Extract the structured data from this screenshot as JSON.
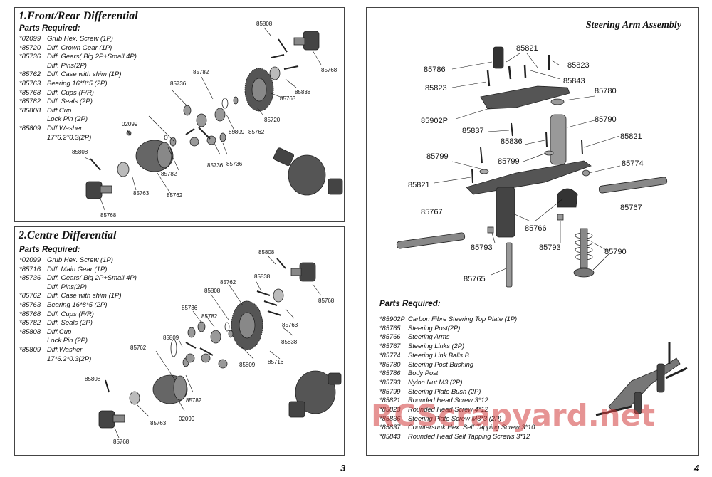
{
  "section1": {
    "title": "1.Front/Rear Differential",
    "parts_heading": "Parts Required:",
    "parts": [
      {
        "code": "*02099",
        "desc": "Grub Hex. Screw  (1P)"
      },
      {
        "code": "*85720",
        "desc": "Diff. Crown  Gear  (1P)"
      },
      {
        "code": "*85736",
        "desc": "Diff. Gears( Big 2P+Small 4P)"
      },
      {
        "code": "",
        "desc": "Diff. Pins(2P)"
      },
      {
        "code": "*85762",
        "desc": "Diff. Case with shim (1P)"
      },
      {
        "code": "*85763",
        "desc": "Bearing 16*8*5  (2P)"
      },
      {
        "code": "*85768",
        "desc": "Diff. Cups (F/R)"
      },
      {
        "code": "*85782",
        "desc": "Diff. Seals (2P)"
      },
      {
        "code": "*85808",
        "desc": "Diff.Cup"
      },
      {
        "code": "",
        "desc": "Lock Pin (2P)"
      },
      {
        "code": "*85809",
        "desc": "Diff.Washer"
      },
      {
        "code": "",
        "desc": "17*6.2*0.3(2P)"
      }
    ],
    "callouts": [
      "85808",
      "85768",
      "85782",
      "85838",
      "85763",
      "85736",
      "85809",
      "85762",
      "85720",
      "02099",
      "85782",
      "85736",
      "85736",
      "85808",
      "85763",
      "85762",
      "85768"
    ]
  },
  "section2": {
    "title": "2.Centre Differential",
    "parts_heading": "Parts Required:",
    "parts": [
      {
        "code": "*02099",
        "desc": "Grub Hex. Screw  (1P)"
      },
      {
        "code": "*85716",
        "desc": "Diff. Main Gear  (1P)"
      },
      {
        "code": "*85736",
        "desc": "Diff. Gears( Big 2P+Small 4P)"
      },
      {
        "code": "",
        "desc": "Diff. Pins(2P)"
      },
      {
        "code": "*85762",
        "desc": "Diff. Case with shim (1P)"
      },
      {
        "code": "*85763",
        "desc": "Bearing 16*8*5  (2P)"
      },
      {
        "code": "*85768",
        "desc": "Diff. Cups (F/R)"
      },
      {
        "code": "*85782",
        "desc": "Diff. Seals (2P)"
      },
      {
        "code": "*85808",
        "desc": "Diff.Cup"
      },
      {
        "code": "",
        "desc": "Lock Pin (2P)"
      },
      {
        "code": "*85809",
        "desc": "Diff.Washer"
      },
      {
        "code": "",
        "desc": "17*6.2*0.3(2P)"
      }
    ],
    "callouts": [
      "85808",
      "85768",
      "85838",
      "85762",
      "85808",
      "85736",
      "85782",
      "85763",
      "85838",
      "85809",
      "85762",
      "85809",
      "85716",
      "85782",
      "85763",
      "02099",
      "85808",
      "85768"
    ]
  },
  "section3": {
    "title": "Steering Arm Assembly",
    "parts_heading": "Parts Required:",
    "parts": [
      {
        "code": "*85902P",
        "desc": "Carbon Fibre Steering Top Plate (1P)"
      },
      {
        "code": "*85765",
        "desc": "Steering Post(2P)"
      },
      {
        "code": "*85766",
        "desc": "Steering Arms"
      },
      {
        "code": "*85767",
        "desc": "Steering Links (2P)"
      },
      {
        "code": "*85774",
        "desc": "Steering Link Balls B"
      },
      {
        "code": "*85780",
        "desc": "Steering Post Bushing"
      },
      {
        "code": "*85786",
        "desc": "Body Post"
      },
      {
        "code": "*85793",
        "desc": "Nylon Nut M3 (2P)"
      },
      {
        "code": "*85799",
        "desc": "Steering Plate Bush (2P)"
      },
      {
        "code": "*85821",
        "desc": "Rounded Head Screw 3*12"
      },
      {
        "code": "*85823",
        "desc": "Rounded Head Screw 4*12"
      },
      {
        "code": "*85836",
        "desc": "Steering Plate Screw M3*3 (2P)"
      },
      {
        "code": "*85837",
        "desc": "Countersunk Hex. Self Tapping Screw 3*10"
      },
      {
        "code": "*85843",
        "desc": "Rounded Head Self Tapping Screws 3*12"
      }
    ],
    "callouts": [
      "85821",
      "85786",
      "85823",
      "85823",
      "85843",
      "85780",
      "85790",
      "85902P",
      "85837",
      "85836",
      "85821",
      "85799",
      "85799",
      "85774",
      "85821",
      "85767",
      "85767",
      "85766",
      "85793",
      "85793",
      "85790",
      "85765"
    ]
  },
  "page_numbers": {
    "left": "3",
    "right": "4"
  },
  "watermark": "RCScrapyard.net",
  "colors": {
    "border": "#444444",
    "watermark": "#d23c3c",
    "parts": "#555555"
  }
}
